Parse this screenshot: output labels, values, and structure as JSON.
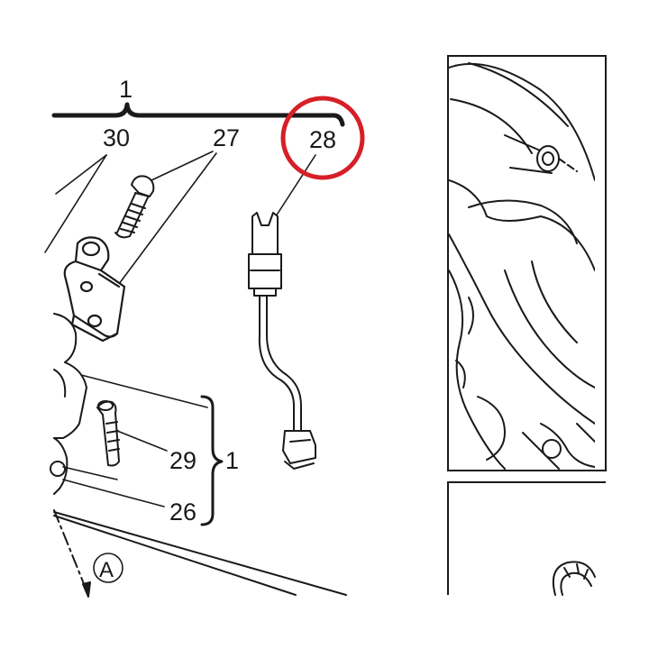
{
  "callouts": {
    "assembly_top": "1",
    "part_30": "30",
    "part_27": "27",
    "part_28": "28",
    "part_29": "29",
    "part_26": "26",
    "assembly_right": "1",
    "view_marker": "A"
  },
  "highlight": {
    "target": "28",
    "color": "#d62027"
  },
  "colors": {
    "line": "#1a1a1a",
    "background": "#ffffff"
  }
}
